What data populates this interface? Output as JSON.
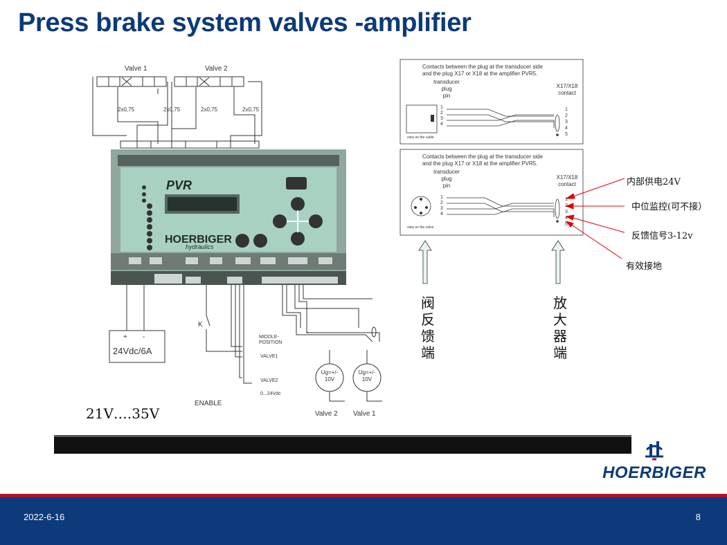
{
  "slide": {
    "title": "Press brake system valves -amplifier",
    "date": "2022-6-16",
    "page": "8"
  },
  "logo": {
    "text": "HOERBIGER"
  },
  "schematic": {
    "valve1": "Valve 1",
    "valve2": "Valve 2",
    "wire_labels": [
      "2x0,75",
      "2x0,75",
      "2x0,75",
      "2x0,75"
    ],
    "device_name": "PVR",
    "device_brand": "HOERBIGER",
    "device_sub": "hydraulics",
    "power_supply": "24Vdc/6A",
    "plus": "+",
    "minus": "-",
    "switch_k": "K",
    "middle_position": "MIDDLE-\nPOSITION",
    "valve1_sig": "VALVE1",
    "valve2_sig": "VALVE2",
    "range_24": "0...24Vdc",
    "enable": "ENABLE",
    "ug_meter": "Ug=+/-\n10V",
    "valve2_label": "Valve 2",
    "valve1_label": "Valve 1"
  },
  "connector_top": {
    "header": "Contacts between the plug at the transducer side\nand the plug X17 or X18 at the amplifier PVR5.",
    "left_head": "transducer\nplug\npin",
    "right_head": "X17/X18\ncontact",
    "left_pins": [
      "1",
      "2",
      "3",
      "4"
    ],
    "right_pins": [
      "1",
      "2",
      "3",
      "4",
      "5"
    ],
    "view_note": "view on the cable"
  },
  "connector_bottom": {
    "header": "Contacts between the plug at the transducer side\nand the plug X17 or X18 at the amplifier PVR5.",
    "left_head": "transducer\nplug\npin",
    "right_head": "X17/X18\ncontact",
    "left_pins": [
      "1",
      "2",
      "3",
      "4"
    ],
    "right_pins": [
      "1",
      "2",
      "3",
      "4",
      "5"
    ],
    "view_note": "view on the valve"
  },
  "annotations": {
    "internal_24v": "内部供电24V",
    "middle_monitor": "中位监控(可不接）",
    "feedback": "反馈信号3-12v",
    "ground": "有效接地",
    "voltage_range": "21V….35V",
    "valve_feedback_end": "阀\n反\n馈\n端",
    "amplifier_end": "放\n大\n器\n端"
  },
  "colors": {
    "title": "#0d3a7a",
    "bar": "#0d3a7a",
    "stripe": "#b0122b",
    "arrow": "#e00000",
    "device": "#9fc9b8"
  }
}
